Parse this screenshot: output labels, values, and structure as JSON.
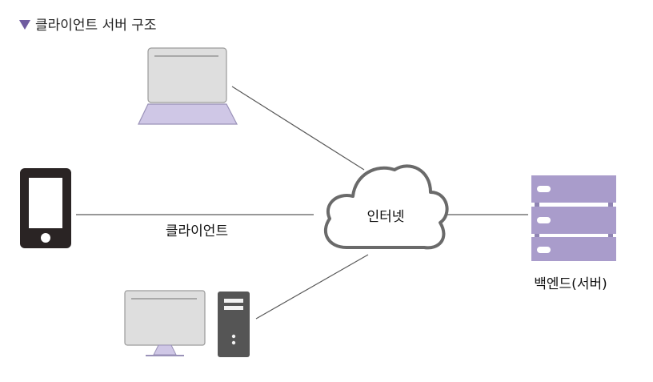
{
  "caption": {
    "title": "클라이언트 서버 구조"
  },
  "labels": {
    "client": "클라이언트",
    "internet": "인터넷",
    "backend": "백엔드(서버)"
  },
  "icons": {
    "caption_marker": "triangle-down-icon",
    "laptop": "laptop-icon",
    "smartphone": "smartphone-icon",
    "desktop": "desktop-monitor-icon",
    "tower": "pc-tower-icon",
    "cloud": "cloud-icon",
    "server": "server-rack-icon"
  },
  "colors": {
    "accent": "#6f5ca0",
    "device_lavender": "#cfc7e6",
    "server_purple": "#a99ccb",
    "screen_gray": "#dedede",
    "dark": "#2a2424",
    "line": "#555555"
  }
}
